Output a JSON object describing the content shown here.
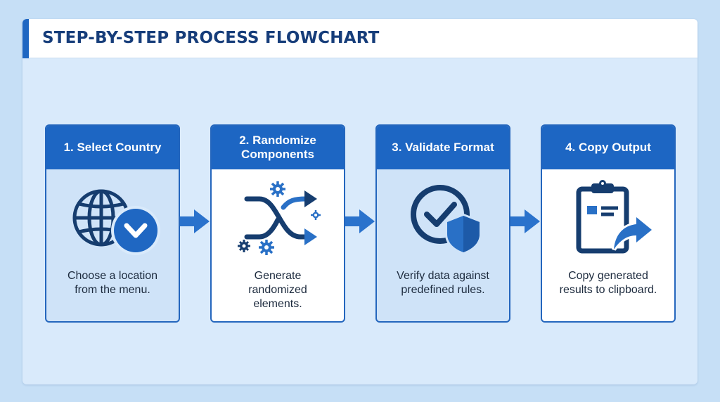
{
  "title": "STEP-BY-STEP PROCESS FLOWCHART",
  "colors": {
    "header_accent": "#1f67c2",
    "card_header": "#1d66c3",
    "card_border": "#2466bd",
    "icon_dark": "#163d6f",
    "icon_mid": "#2970c6",
    "arrow": "#2a72cc"
  },
  "steps": [
    {
      "title": "1. Select Country",
      "description": "Choose a location\nfrom the menu.",
      "icon": "globe-with-chevron-icon"
    },
    {
      "title": "2. Randomize\nComponents",
      "description": "Generate\nrandomized\nelements.",
      "icon": "shuffle-gears-icon"
    },
    {
      "title": "3. Validate Format",
      "description": "Verify data against\npredefined rules.",
      "icon": "check-shield-icon"
    },
    {
      "title": "4. Copy Output",
      "description": "Copy generated\nresults to clipboard.",
      "icon": "clipboard-share-icon"
    }
  ]
}
